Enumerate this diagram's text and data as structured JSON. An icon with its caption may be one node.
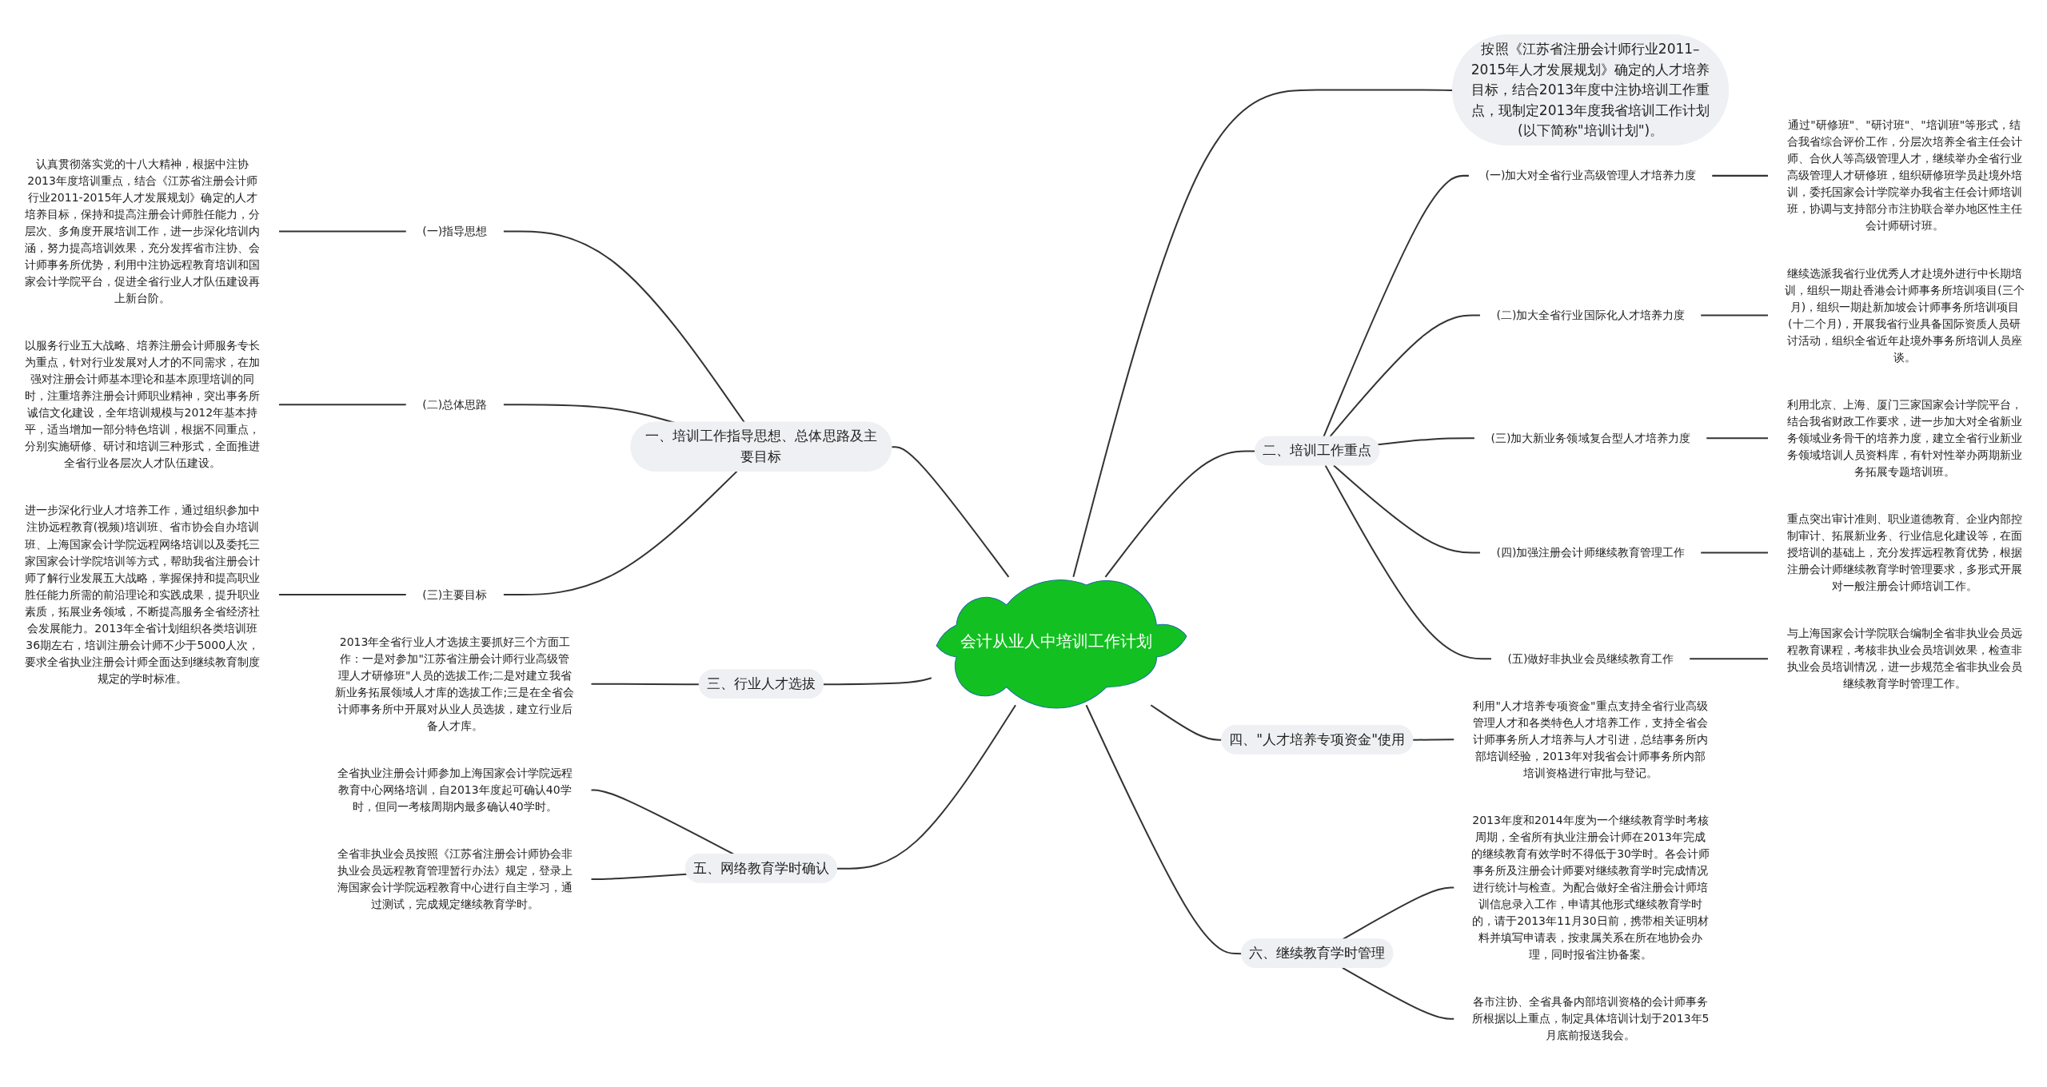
{
  "diagram": {
    "nodes": [
      {
        "text": [
          "会计从业人中培训工作计划"
        ]
      },
      {
        "text": [
          "按照《江苏省注册会计师行业2011–2015年人才发展规划》确定的人才培养目标，结合2013年度中注协培训工作重点，现制定2013年度我省培训工作计划(以下简称\"培训计划\")。"
        ]
      },
      {
        "text": [
          "二、培训工作重点"
        ]
      },
      {
        "text": [
          "(一)加大对全省行业高级管理人才培养力度"
        ]
      },
      {
        "text": [
          "通过\"研修班\"、\"研讨班\"、\"培训班\"等形式，结合我省综合评价工作，分层次培养全省主任会计师、合伙人等高级管理人才，继续举办全省行业高级管理人才研修班，组织研修班学员赴境外培训，委托国家会计学院举办我省主任会计师培训班，协调与支持部分市注协联合举办地区性主任会计师研讨班。"
        ]
      },
      {
        "text": [
          "(二)加大全省行业国际化人才培养力度"
        ]
      },
      {
        "text": [
          "继续选派我省行业优秀人才赴境外进行中长期培训，组织一期赴香港会计师事务所培训项目(三个月)，组织一期赴新加坡会计师事务所培训项目(十二个月)，开展我省行业具备国际资质人员研讨活动，组织全省近年赴境外事务所培训人员座谈。"
        ]
      },
      {
        "text": [
          "(三)加大新业务领域复合型人才培养力度"
        ]
      },
      {
        "text": [
          "利用北京、上海、厦门三家国家会计学院平台，结合我省财政工作要求，进一步加大对全省新业务领域业务骨干的培养力度，建立全省行业新业务领域培训人员资料库，有针对性举办两期新业务拓展专题培训班。"
        ]
      },
      {
        "text": [
          "(四)加强注册会计师继续教育管理工作"
        ]
      },
      {
        "text": [
          "重点突出审计准则、职业道德教育、企业内部控制审计、拓展新业务、行业信息化建设等，在面授培训的基础上，充分发挥远程教育优势，根据注册会计师继续教育学时管理要求，多形式开展对一般注册会计师培训工作。"
        ]
      },
      {
        "text": [
          "(五)做好非执业会员继续教育工作"
        ]
      },
      {
        "text": [
          "与上海国家会计学院联合编制全省非执业会员远程教育课程，考核非执业会员培训效果，检查非执业会员培训情况，进一步规范全省非执业会员继续教育学时管理工作。"
        ]
      },
      {
        "text": [
          "四、\"人才培养专项资金\"使用"
        ]
      },
      {
        "text": [
          "利用\"人才培养专项资金\"重点支持全省行业高级管理人才和各类特色人才培养工作，支持全省会计师事务所人才培养与人才引进，总结事务所内部培训经验，2013年对我省会计师事务所内部培训资格进行审批与登记。"
        ]
      },
      {
        "text": [
          "六、继续教育学时管理"
        ]
      },
      {
        "text": [
          "2013年度和2014年度为一个继续教育学时考核周期，全省所有执业注册会计师在2013年完成的继续教育有效学时不得低于30学时。各会计师事务所及注册会计师要对继续教育学时完成情况进行统计与检查。为配合做好全省注册会计师培训信息录入工作，申请其他形式继续教育学时的，请于2013年11月30日前，携带相关证明材料并填写申请表，按隶属关系在所在地协会办理，同时报省注协备案。"
        ]
      },
      {
        "text": [
          "各市注协、全省具备内部培训资格的会计师事务所根据以上重点，制定具体培训计划于2013年5月底前报送我会。"
        ]
      },
      {
        "text": [
          "一、培训工作指导思想、总体思路及主要目标"
        ]
      },
      {
        "text": [
          "(一)指导思想"
        ]
      },
      {
        "text": [
          "认真贯彻落实党的十八大精神，根据中注协2013年度培训重点，结合《江苏省注册会计师行业2011-2015年人才发展规划》确定的人才培养目标，保持和提高注册会计师胜任能力，分层次、多角度开展培训工作，进一步深化培训内涵，努力提高培训效果，充分发挥省市注协、会计师事务所优势，利用中注协远程教育培训和国家会计学院平台，促进全省行业人才队伍建设再上新台阶。"
        ]
      },
      {
        "text": [
          "(二)总体思路"
        ]
      },
      {
        "text": [
          "以服务行业五大战略、培养注册会计师服务专长为重点，针对行业发展对人才的不同需求，在加强对注册会计师基本理论和基本原理培训的同时，注重培养注册会计师职业精神，突出事务所诚信文化建设，全年培训规模与2012年基本持平，适当增加一部分特色培训，根据不同重点，分别实施研修、研讨和培训三种形式，全面推进全省行业各层次人才队伍建设。"
        ]
      },
      {
        "text": [
          "(三)主要目标"
        ]
      },
      {
        "text": [
          "进一步深化行业人才培养工作，通过组织参加中注协远程教育(视频)培训班、省市协会自办培训班、上海国家会计学院远程网络培训以及委托三家国家会计学院培训等方式，帮助我省注册会计师了解行业发展五大战略，掌握保持和提高职业胜任能力所需的前沿理论和实践成果，提升职业素质，拓展业务领域，不断提高服务全省经济社会发展能力。2013年全省计划组织各类培训班36期左右，培训注册会计师不少于5000人次，要求全省执业注册会计师全面达到继续教育制度规定的学时标准。"
        ]
      },
      {
        "text": [
          "三、行业人才选拔"
        ]
      },
      {
        "text": [
          "2013年全省行业人才选拔主要抓好三个方面工作：一是对参加\"江苏省注册会计师行业高级管理人才研修班\"人员的选拔工作;二是对建立我省新业务拓展领域人才库的选拔工作;三是在全省会计师事务所中开展对从业人员选拔，建立行业后备人才库。"
        ]
      },
      {
        "text": [
          "五、网络教育学时确认"
        ]
      },
      {
        "text": [
          "全省执业注册会计师参加上海国家会计学院远程教育中心网络培训，自2013年度起可确认40学时，但同一考核周期内最多确认40学时。"
        ]
      },
      {
        "text": [
          "全省非执业会员按照《江苏省注册会计师协会非执业会员远程教育管理暂行办法》规定，登录上海国家会计学院远程教育中心进行自主学习，通过测试，完成规定继续教育学时。"
        ]
      }
    ],
    "edges": [
      {
        "from": 0,
        "to": 1,
        "arrow": "none"
      },
      {
        "from": 0,
        "to": 2,
        "arrow": "none"
      },
      {
        "from": 2,
        "to": 3,
        "arrow": "none"
      },
      {
        "from": 3,
        "to": 4,
        "arrow": "none"
      },
      {
        "from": 2,
        "to": 5,
        "arrow": "none"
      },
      {
        "from": 5,
        "to": 6,
        "arrow": "none"
      },
      {
        "from": 2,
        "to": 7,
        "arrow": "none"
      },
      {
        "from": 7,
        "to": 8,
        "arrow": "none"
      },
      {
        "from": 2,
        "to": 9,
        "arrow": "none"
      },
      {
        "from": 9,
        "to": 10,
        "arrow": "none"
      },
      {
        "from": 2,
        "to": 11,
        "arrow": "none"
      },
      {
        "from": 11,
        "to": 12,
        "arrow": "none"
      },
      {
        "from": 0,
        "to": 13,
        "arrow": "none"
      },
      {
        "from": 13,
        "to": 14,
        "arrow": "none"
      },
      {
        "from": 0,
        "to": 15,
        "arrow": "none"
      },
      {
        "from": 15,
        "to": 16,
        "arrow": "none"
      },
      {
        "from": 15,
        "to": 17,
        "arrow": "none"
      },
      {
        "from": 0,
        "to": 18,
        "arrow": "none"
      },
      {
        "from": 18,
        "to": 19,
        "arrow": "none"
      },
      {
        "from": 19,
        "to": 20,
        "arrow": "none"
      },
      {
        "from": 18,
        "to": 21,
        "arrow": "none"
      },
      {
        "from": 21,
        "to": 22,
        "arrow": "none"
      },
      {
        "from": 18,
        "to": 23,
        "arrow": "none"
      },
      {
        "from": 23,
        "to": 24,
        "arrow": "none"
      },
      {
        "from": 0,
        "to": 25,
        "arrow": "none"
      },
      {
        "from": 25,
        "to": 26,
        "arrow": "none"
      },
      {
        "from": 0,
        "to": 27,
        "arrow": "none"
      },
      {
        "from": 27,
        "to": 28,
        "arrow": "none"
      },
      {
        "from": 27,
        "to": 29,
        "arrow": "none"
      }
    ]
  }
}
